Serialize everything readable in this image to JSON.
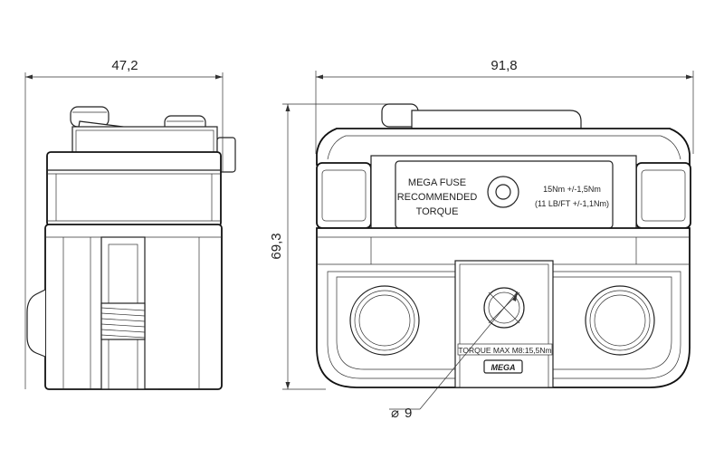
{
  "dimensions": {
    "side_width": "47,2",
    "front_width": "91,8",
    "height": "69,3",
    "hole_diameter": "9"
  },
  "labels": {
    "fuse_line1": "MEGA FUSE",
    "fuse_line2": "RECOMMENDED",
    "fuse_line3": "TORQUE",
    "torque_line1": "15Nm  +/-1,5Nm",
    "torque_line2": "(11 LB/FT +/-1,1Nm)",
    "torque_max": "TORQUE  MAX  M8:15,5Nm",
    "brand_logo": "MEGA"
  },
  "symbols": {
    "diameter": "⌀"
  }
}
